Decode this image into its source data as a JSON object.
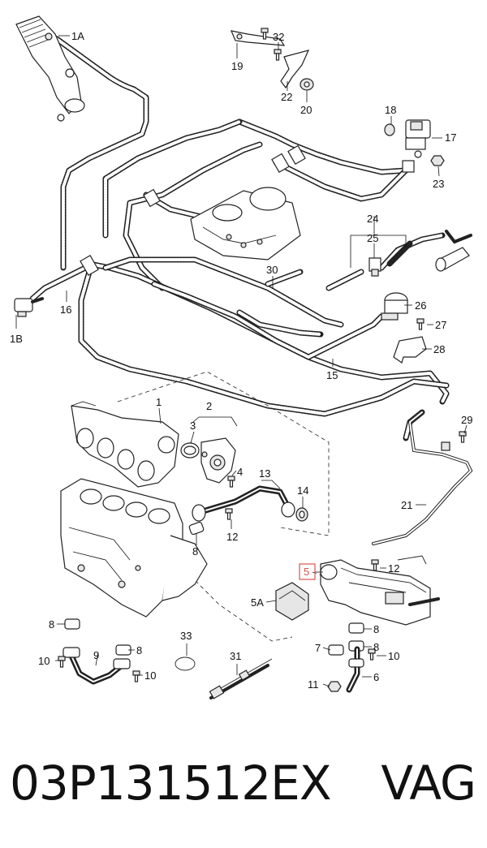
{
  "caption": {
    "part_number": "03P131512EX",
    "brand": "VAG"
  },
  "highlight_color": "#d9534f",
  "callouts": {
    "c1A": "1A",
    "c1B": "1B",
    "c1": "1",
    "c2": "2",
    "c3": "3",
    "c4": "4",
    "c5": "5",
    "c5A": "5A",
    "c6": "6",
    "c7": "7",
    "c8a": "8",
    "c8b": "8",
    "c8c": "8",
    "c8d": "8",
    "c8e": "8",
    "c9": "9",
    "c10a": "10",
    "c10b": "10",
    "c10c": "10",
    "c11": "11",
    "c12a": "12",
    "c12b": "12",
    "c13": "13",
    "c14": "14",
    "c15": "15",
    "c16": "16",
    "c17": "17",
    "c18": "18",
    "c19": "19",
    "c20": "20",
    "c21": "21",
    "c22": "22",
    "c23": "23",
    "c24": "24",
    "c25": "25",
    "c26": "26",
    "c27": "27",
    "c28": "28",
    "c29": "29",
    "c30": "30",
    "c31": "31",
    "c32": "32",
    "c33": "33"
  }
}
